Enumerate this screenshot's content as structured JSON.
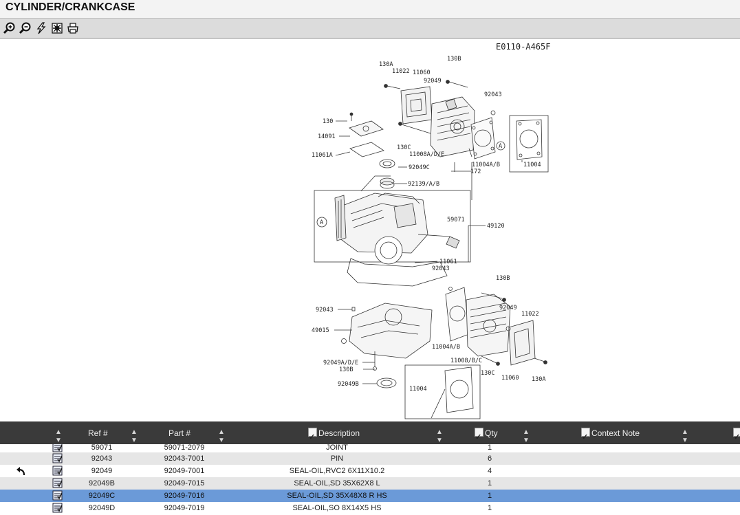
{
  "page": {
    "title": "CYLINDER/CRANKCASE"
  },
  "toolbar": {
    "buttons": [
      {
        "icon": "zoom-in-icon"
      },
      {
        "icon": "zoom-out-icon"
      },
      {
        "icon": "lightning-icon"
      },
      {
        "icon": "settings-icon"
      },
      {
        "icon": "printer-icon"
      }
    ]
  },
  "diagram": {
    "code": "E0110-A465F",
    "callouts": {
      "c130A_top": "130A",
      "c11022_top": "11022",
      "c11060_top": "11060",
      "c92049_top": "92049",
      "c130B_top": "130B",
      "c92043_top": "92043",
      "c130": "130",
      "c14091": "14091",
      "c11061A": "11061A",
      "c130C_top": "130C",
      "c11008ADE": "11008A/D/E",
      "c11004AB_top": "11004A/B",
      "c172": "172",
      "c11004_top": "11004",
      "cA_1": "A",
      "cA_2": "A",
      "c92049C": "92049C",
      "c92139AB": "92139/A/B",
      "c59071": "59071",
      "c49120": "49120",
      "c11061": "11061",
      "c92043_mid": "92043",
      "c130B_mid": "130B",
      "c92043_left": "92043",
      "c49015": "49015",
      "c92049_low": "92049",
      "c11022_low": "11022",
      "c11004AB_low": "11004A/B",
      "c92049ADE": "92049A/D/E",
      "c130B_low": "130B",
      "c11008BC": "11008/B/C",
      "c130C_low": "130C",
      "c11060_low": "11060",
      "c130A_low": "130A",
      "c92049B": "92049B",
      "c11004_low": "11004"
    }
  },
  "grid": {
    "columns": {
      "ref": "Ref #",
      "part": "Part #",
      "description": "Description",
      "qty": "Qty",
      "context_note": "Context Note"
    },
    "rows": [
      {
        "ref": "59071",
        "part": "59071-2079",
        "description": "JOINT",
        "qty": "1",
        "context_note": ""
      },
      {
        "ref": "92043",
        "part": "92043-7001",
        "description": "PIN",
        "qty": "6",
        "context_note": ""
      },
      {
        "ref": "92049",
        "part": "92049-7001",
        "description": "SEAL-OIL,RVC2 6X11X10.2",
        "qty": "4",
        "context_note": ""
      },
      {
        "ref": "92049B",
        "part": "92049-7015",
        "description": "SEAL-OIL,SD 35X62X8 L",
        "qty": "1",
        "context_note": ""
      },
      {
        "ref": "92049C",
        "part": "92049-7016",
        "description": "SEAL-OIL,SD 35X48X8 R HS",
        "qty": "1",
        "context_note": ""
      },
      {
        "ref": "92049D",
        "part": "92049-7019",
        "description": "SEAL-OIL,SO 8X14X5 HS",
        "qty": "1",
        "context_note": ""
      }
    ]
  }
}
